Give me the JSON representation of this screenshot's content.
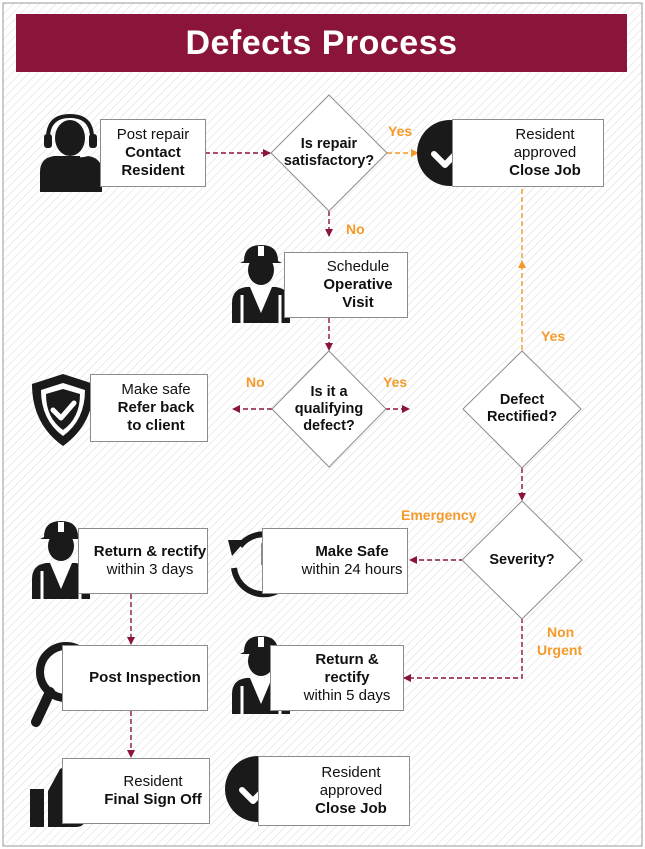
{
  "title": "Defects Process",
  "boxes": {
    "contact": {
      "line1": "Post repair",
      "line2": "Contact",
      "line3": "Resident"
    },
    "close_top": {
      "line1": "Resident",
      "line2": "approved",
      "line3": "Close Job"
    },
    "schedule": {
      "line1": "Schedule",
      "line2": "Operative",
      "line3": "Visit"
    },
    "make_safe_refer": {
      "line1": "Make safe",
      "line2": "Refer back",
      "line3": "to client"
    },
    "return3": {
      "line1": "Return & rectify",
      "line2": "within 3 days"
    },
    "make_safe_24": {
      "line1": "Make Safe",
      "line2": "within 24 hours"
    },
    "post_inspection": {
      "line1": "Post Inspection"
    },
    "return5": {
      "line1": "Return & rectify",
      "line2": "within 5 days"
    },
    "final_signoff": {
      "line1": "Resident",
      "line2": "Final Sign Off"
    },
    "close_bottom": {
      "line1": "Resident",
      "line2": "approved",
      "line3": "Close Job"
    }
  },
  "decisions": {
    "repair_satisfactory": {
      "line1": "Is repair",
      "line2": "satisfactory?"
    },
    "qualifying": {
      "line1": "Is it a",
      "line2": "qualifying",
      "line3": "defect?"
    },
    "rectified": {
      "line1": "Defect",
      "line2": "Rectified?"
    },
    "severity": {
      "line1": "Severity?"
    }
  },
  "labels": {
    "yes_top": "Yes",
    "no_top": "No",
    "yes_rectified": "Yes",
    "no_qualifying": "No",
    "yes_qualifying": "Yes",
    "emergency": "Emergency",
    "non": "Non",
    "urgent": "Urgent"
  },
  "colors": {
    "title_bg": "#8b1538",
    "maroon_arrow": "#8b1538",
    "orange_arrow": "#f59a2a",
    "icon": "#1a1a1a"
  }
}
